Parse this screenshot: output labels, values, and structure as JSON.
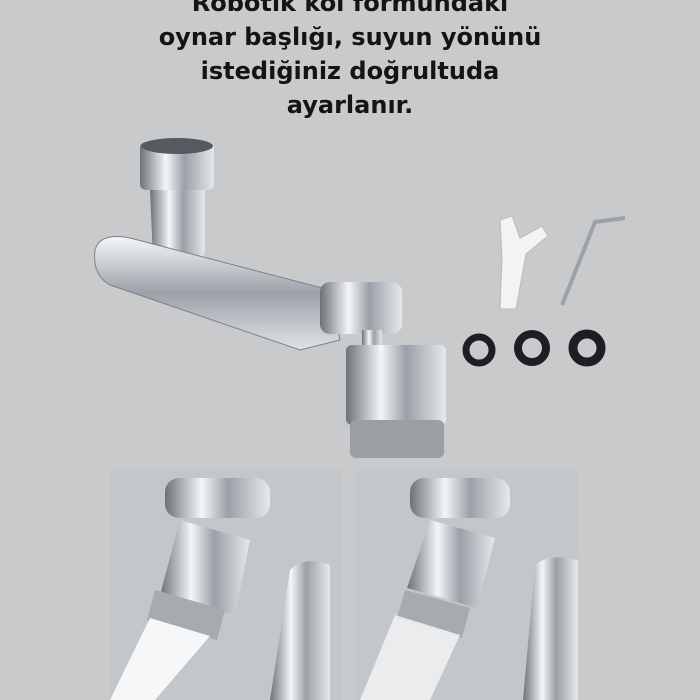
{
  "caption": {
    "lines": [
      "Robotik kol formundaki",
      "oynar başlığı, suyun yönünü",
      "istediğiniz doğrultuda",
      "ayarlanır."
    ]
  },
  "colors": {
    "background": "#c8cacc",
    "text": "#141414",
    "chrome": "#d9dde2"
  }
}
